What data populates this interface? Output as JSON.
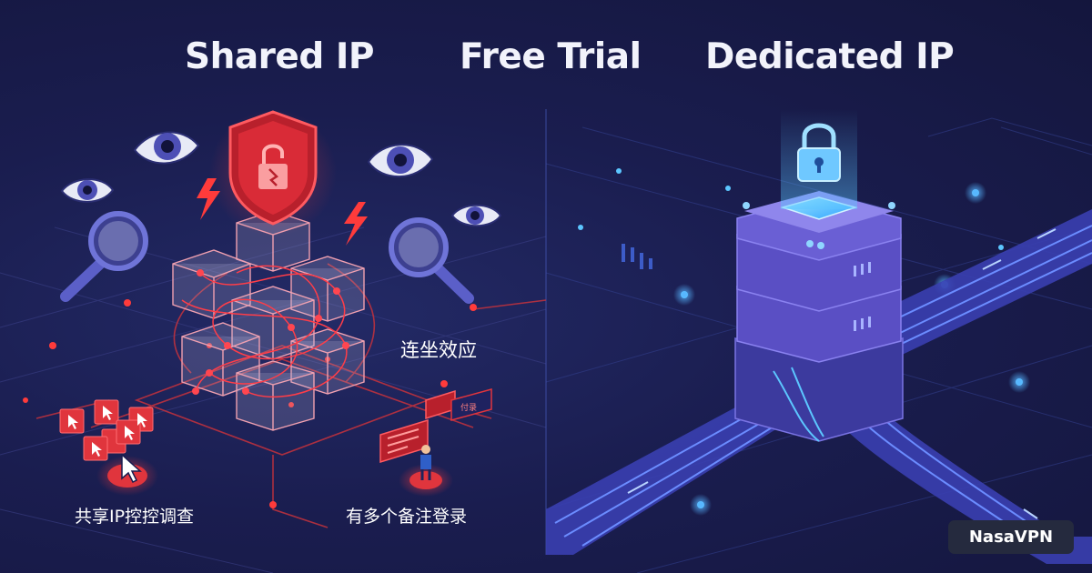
{
  "headings": {
    "shared": "Shared IP",
    "trial": "Free Trial",
    "dedicated": "Dedicated IP"
  },
  "labels": {
    "chain_effect": "连坐效应",
    "shared_ip_investigation": "共享IP控控调查",
    "multiple_notes_login": "有多个备注登录",
    "tag_text": "付录"
  },
  "brand": "NasaVPN",
  "colors": {
    "background": "#1a1d4f",
    "danger_red": "#e0353d",
    "accent_blue": "#4a8dff",
    "server_purple": "#5a4fc4",
    "heading_text": "#f2f3fb"
  },
  "icons": [
    "shield-broken-lock-icon",
    "eye-icon",
    "magnifier-icon",
    "lightning-icon",
    "cursor-icon",
    "padlock-icon",
    "server-icon"
  ]
}
